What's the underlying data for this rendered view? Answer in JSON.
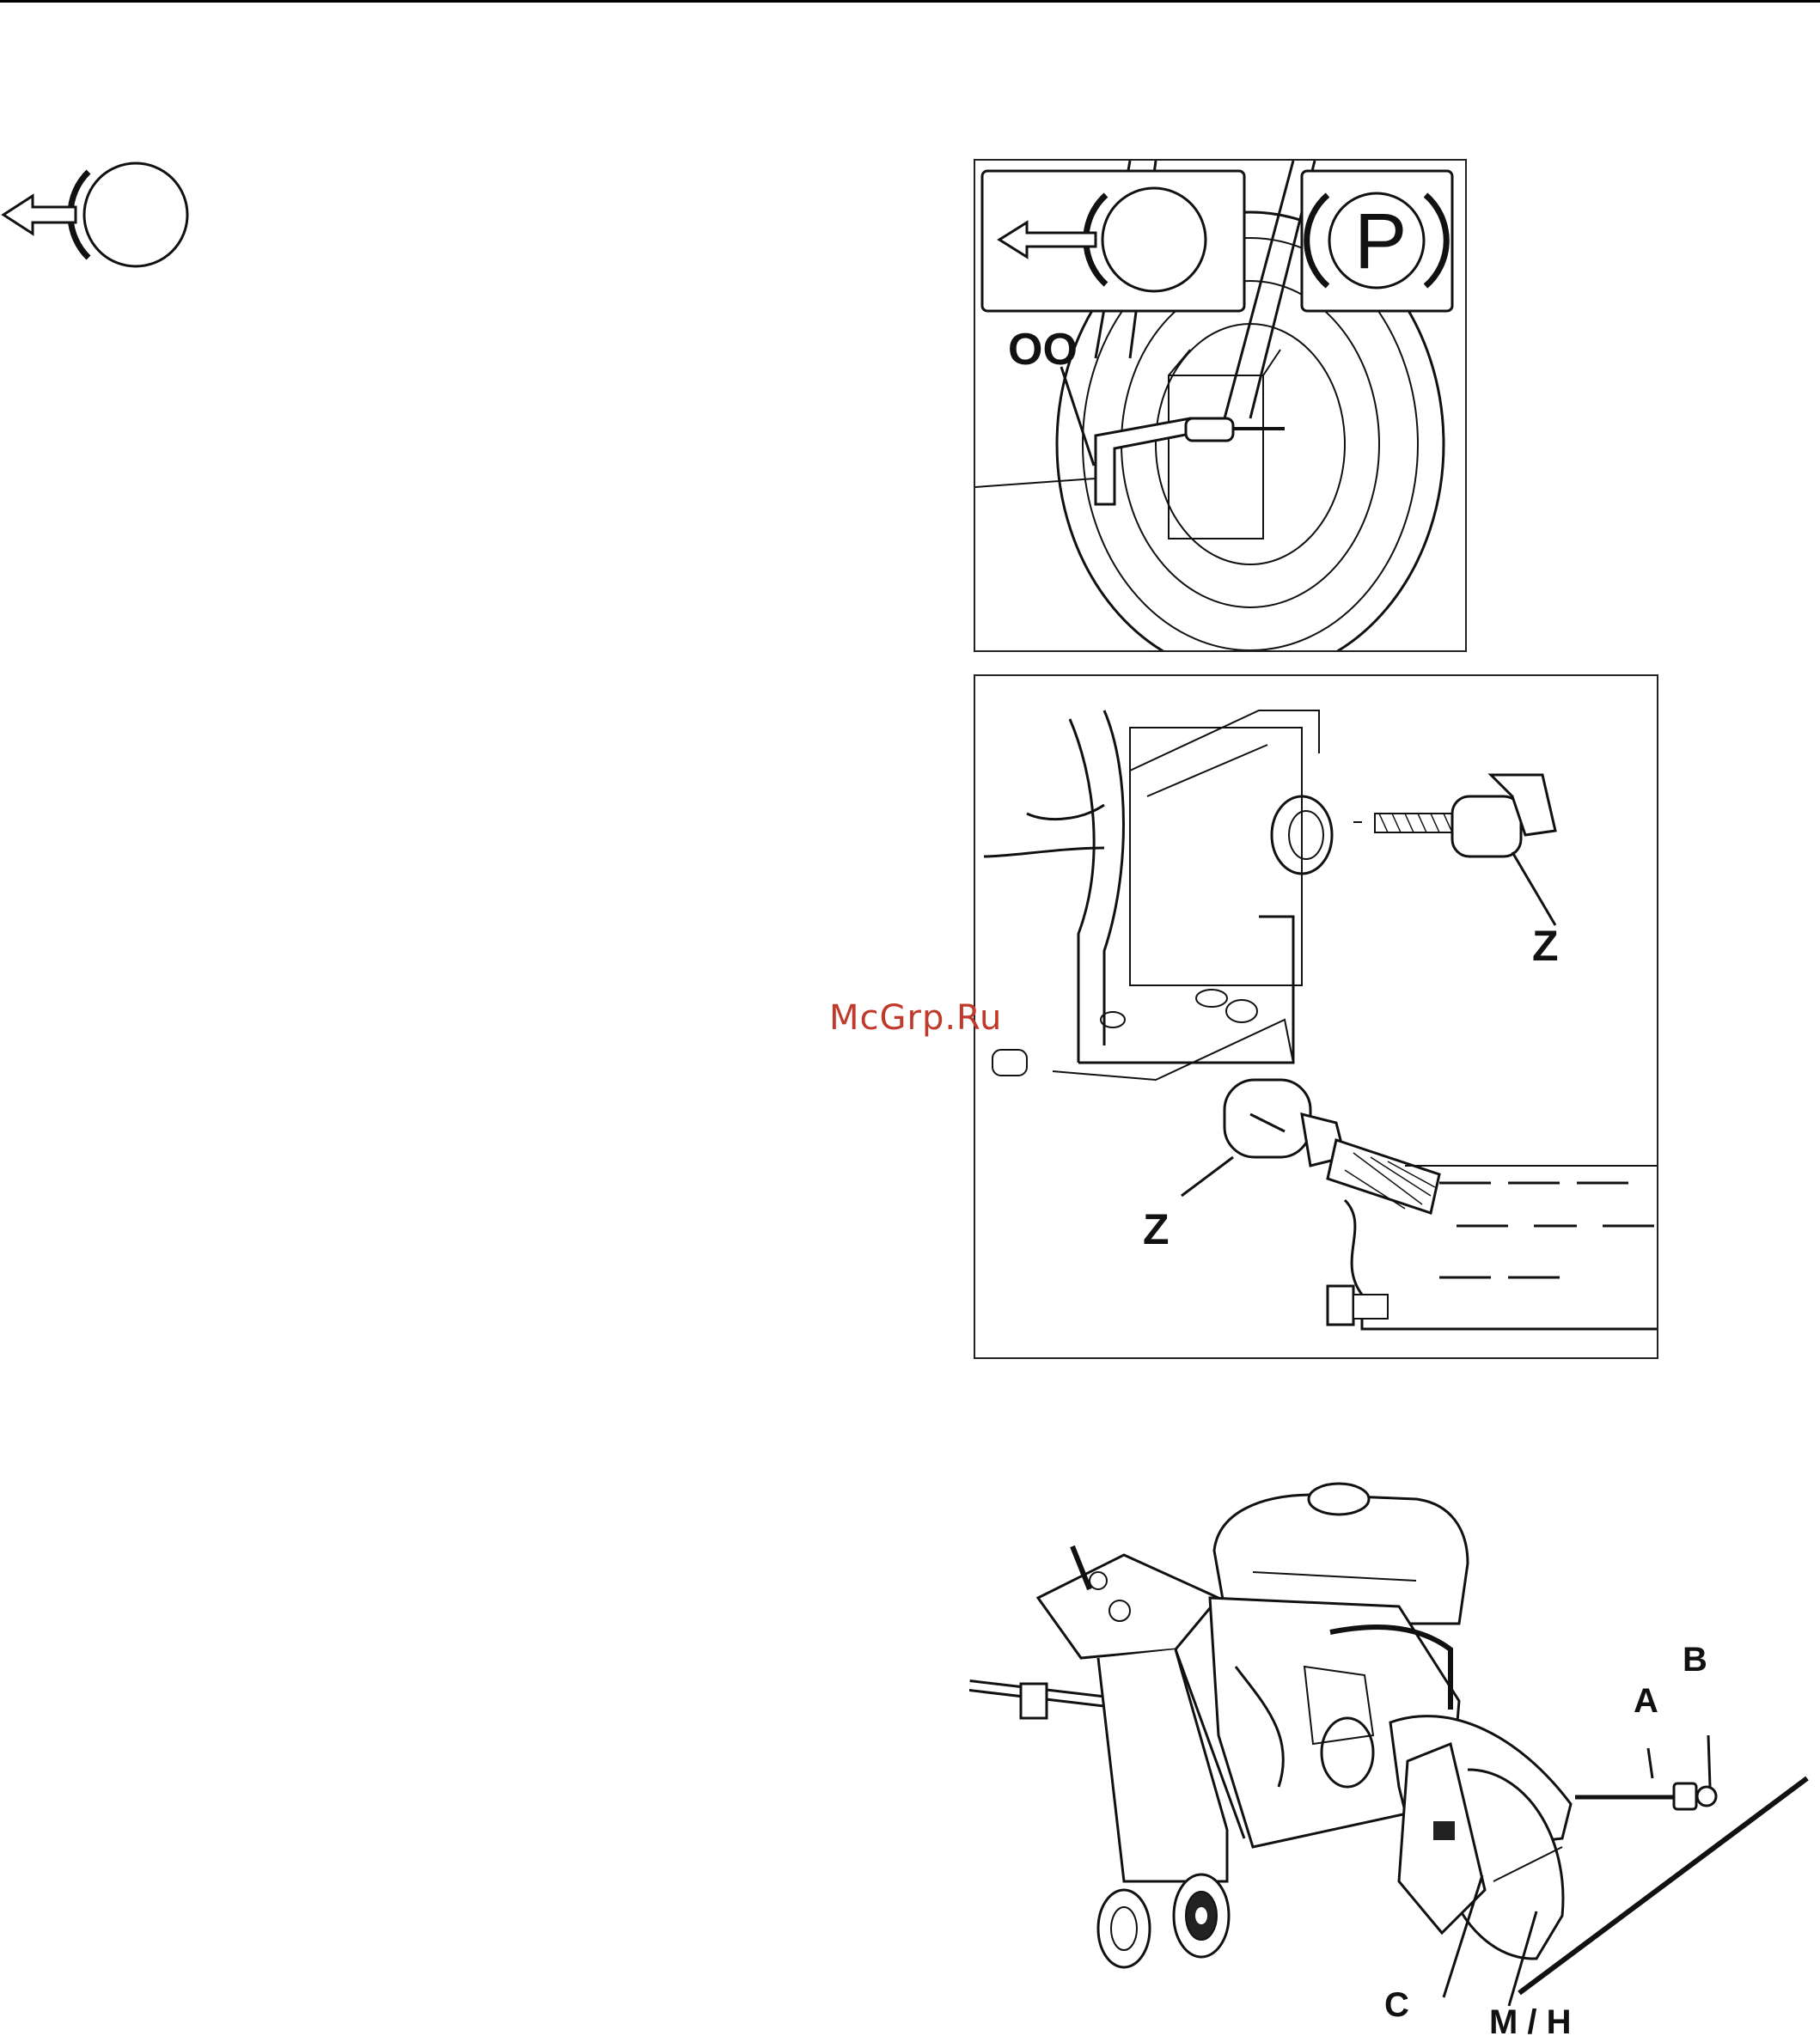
{
  "watermark": "McGrp.Ru",
  "figures": {
    "parking_brake": {
      "callout": "OO",
      "park_symbol_letter": "P"
    },
    "oil_dipstick": {
      "callout_top": "Z",
      "callout_bottom": "Z"
    },
    "saw_overview": {
      "callouts": {
        "a": "A",
        "b": "B",
        "c": "C",
        "mh": "M / H"
      }
    }
  },
  "icons": {
    "brake_release": "brake-release-icon",
    "parking_brake": "parking-brake-icon"
  }
}
